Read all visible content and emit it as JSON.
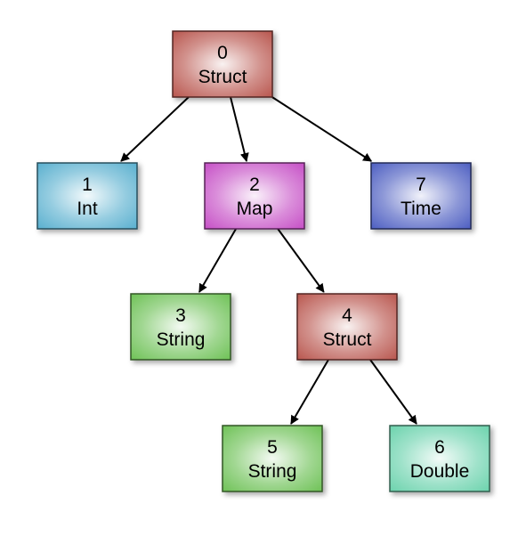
{
  "nodes": [
    {
      "id": "0",
      "type": "Struct",
      "color": "#b9574f"
    },
    {
      "id": "1",
      "type": "Int",
      "color": "#5ab0cf"
    },
    {
      "id": "2",
      "type": "Map",
      "color": "#c650c6"
    },
    {
      "id": "3",
      "type": "String",
      "color": "#6fc257"
    },
    {
      "id": "4",
      "type": "Struct",
      "color": "#b9574f"
    },
    {
      "id": "5",
      "type": "String",
      "color": "#6fc257"
    },
    {
      "id": "6",
      "type": "Double",
      "color": "#6cd3ad"
    },
    {
      "id": "7",
      "type": "Time",
      "color": "#4e5fc2"
    }
  ],
  "edges": [
    {
      "from": "0",
      "to": "1"
    },
    {
      "from": "0",
      "to": "2"
    },
    {
      "from": "0",
      "to": "7"
    },
    {
      "from": "2",
      "to": "3"
    },
    {
      "from": "2",
      "to": "4"
    },
    {
      "from": "4",
      "to": "5"
    },
    {
      "from": "4",
      "to": "6"
    }
  ]
}
